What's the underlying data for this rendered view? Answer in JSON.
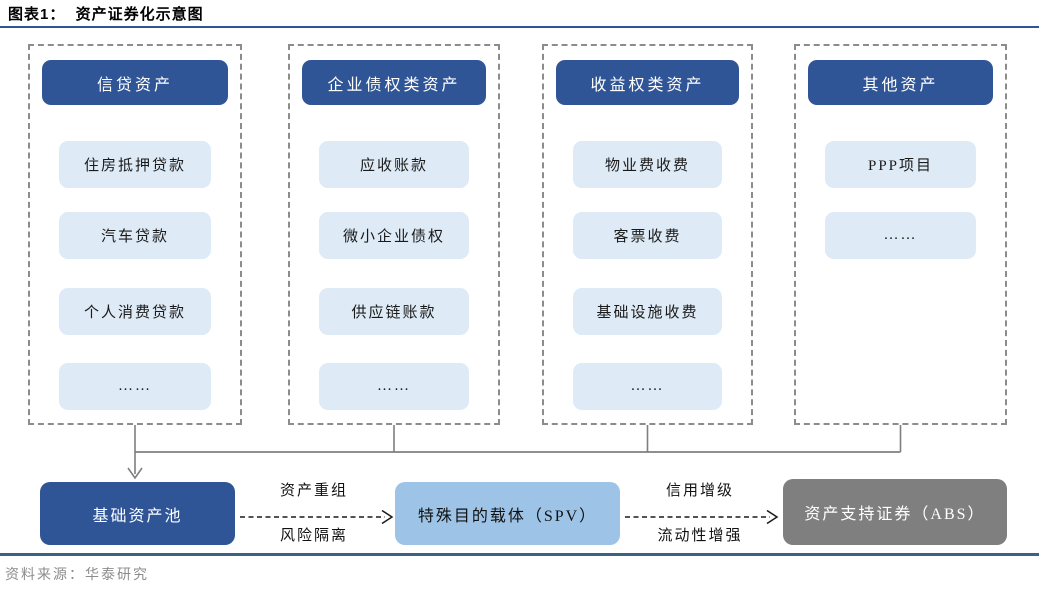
{
  "title": {
    "text": "图表1：  资产证券化示意图"
  },
  "colors": {
    "header_blue": "#2f5597",
    "item_light_blue": "#deeaf6",
    "spv_blue": "#9dc3e6",
    "abs_gray": "#7f7f7f",
    "dashed_border_gray": "#8c8c8c",
    "connector_gray": "#7f7f7f",
    "title_rule_blue": "#2e5597",
    "footer_rule_blue": "#3c6283",
    "source_text_gray": "#8c8c8c"
  },
  "columns": [
    {
      "header": "信贷资产",
      "items": [
        "住房抵押贷款",
        "汽车贷款",
        "个人消费贷款",
        "……"
      ]
    },
    {
      "header": "企业债权类资产",
      "items": [
        "应收账款",
        "微小企业债权",
        "供应链账款",
        "……"
      ]
    },
    {
      "header": "收益权类资产",
      "items": [
        "物业费收费",
        "客票收费",
        "基础设施收费",
        "……"
      ]
    },
    {
      "header": "其他资产",
      "items": [
        "PPP项目",
        "……"
      ]
    }
  ],
  "flow": {
    "pool": "基础资产池",
    "arrow1": {
      "top_label": "资产重组",
      "bottom_label": "风险隔离"
    },
    "spv": "特殊目的载体（SPV）",
    "arrow2": {
      "top_label": "信用增级",
      "bottom_label": "流动性增强"
    },
    "abs": "资产支持证券（ABS）"
  },
  "footer": {
    "source": "资料来源：华泰研究"
  }
}
